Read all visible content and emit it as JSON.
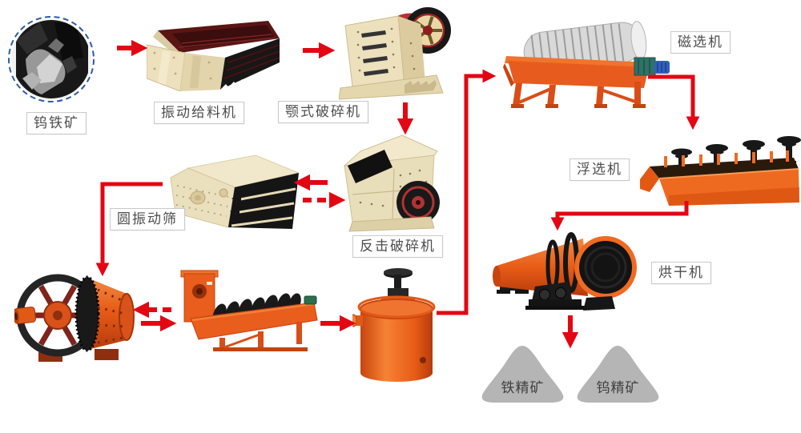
{
  "diagram_type": "mineral-processing-flow",
  "labels": {
    "ore": "钨铁矿",
    "feeder": "振动给料机",
    "jaw_crusher": "颚式破碎机",
    "magnetic_separator": "磁选机",
    "vibrating_screen": "圆振动筛",
    "impact_crusher": "反击破碎机",
    "flotation_machine": "浮选机",
    "dryer": "烘干机",
    "iron_concentrate": "铁精矿",
    "tungsten_concentrate": "钨精矿"
  },
  "machines": [
    {
      "id": "tungsten-ore",
      "label_key": "ore"
    },
    {
      "id": "vibrating-feeder",
      "label_key": "feeder"
    },
    {
      "id": "jaw-crusher",
      "label_key": "jaw_crusher"
    },
    {
      "id": "magnetic-separator",
      "label_key": "magnetic_separator"
    },
    {
      "id": "circular-vibrating-screen",
      "label_key": "vibrating_screen"
    },
    {
      "id": "impact-crusher",
      "label_key": "impact_crusher"
    },
    {
      "id": "flotation-machine",
      "label_key": "flotation_machine"
    },
    {
      "id": "ball-mill",
      "label_key": null
    },
    {
      "id": "spiral-classifier",
      "label_key": null
    },
    {
      "id": "mixing-tank",
      "label_key": null
    },
    {
      "id": "dryer",
      "label_key": "dryer"
    },
    {
      "id": "iron-concentrate-pile",
      "label_key": "iron_concentrate"
    },
    {
      "id": "tungsten-concentrate-pile",
      "label_key": "tungsten_concentrate"
    }
  ],
  "flows": [
    {
      "from": "tungsten-ore",
      "to": "vibrating-feeder",
      "style": "solid"
    },
    {
      "from": "vibrating-feeder",
      "to": "jaw-crusher",
      "style": "solid"
    },
    {
      "from": "jaw-crusher",
      "to": "impact-crusher",
      "style": "solid"
    },
    {
      "from": "impact-crusher",
      "to": "circular-vibrating-screen",
      "style": "solid"
    },
    {
      "from": "circular-vibrating-screen",
      "to": "impact-crusher",
      "style": "dashed"
    },
    {
      "from": "circular-vibrating-screen",
      "to": "ball-mill",
      "style": "solid"
    },
    {
      "from": "ball-mill",
      "to": "spiral-classifier",
      "style": "solid"
    },
    {
      "from": "spiral-classifier",
      "to": "ball-mill",
      "style": "dashed"
    },
    {
      "from": "spiral-classifier",
      "to": "mixing-tank",
      "style": "solid"
    },
    {
      "from": "mixing-tank",
      "to": "magnetic-separator",
      "style": "solid"
    },
    {
      "from": "magnetic-separator",
      "to": "flotation-machine",
      "style": "solid"
    },
    {
      "from": "flotation-machine",
      "to": "dryer",
      "style": "solid"
    },
    {
      "from": "dryer",
      "to": "concentrate-piles",
      "style": "solid"
    }
  ],
  "palette": {
    "arrow_red": "#e30613",
    "machine_orange": "#ee6a21",
    "machine_cream": "#ece1bf",
    "maroon": "#5b1515",
    "drum_gray": "#d9d9d9",
    "gearbox_teal": "#2f7266",
    "motor_blue": "#2f5fc2",
    "pile_gray": "#b5b5b5",
    "ore_circle_blue": "#2a5caa",
    "label_text": "#4d4d4d",
    "label_border": "#c9c9c9"
  }
}
